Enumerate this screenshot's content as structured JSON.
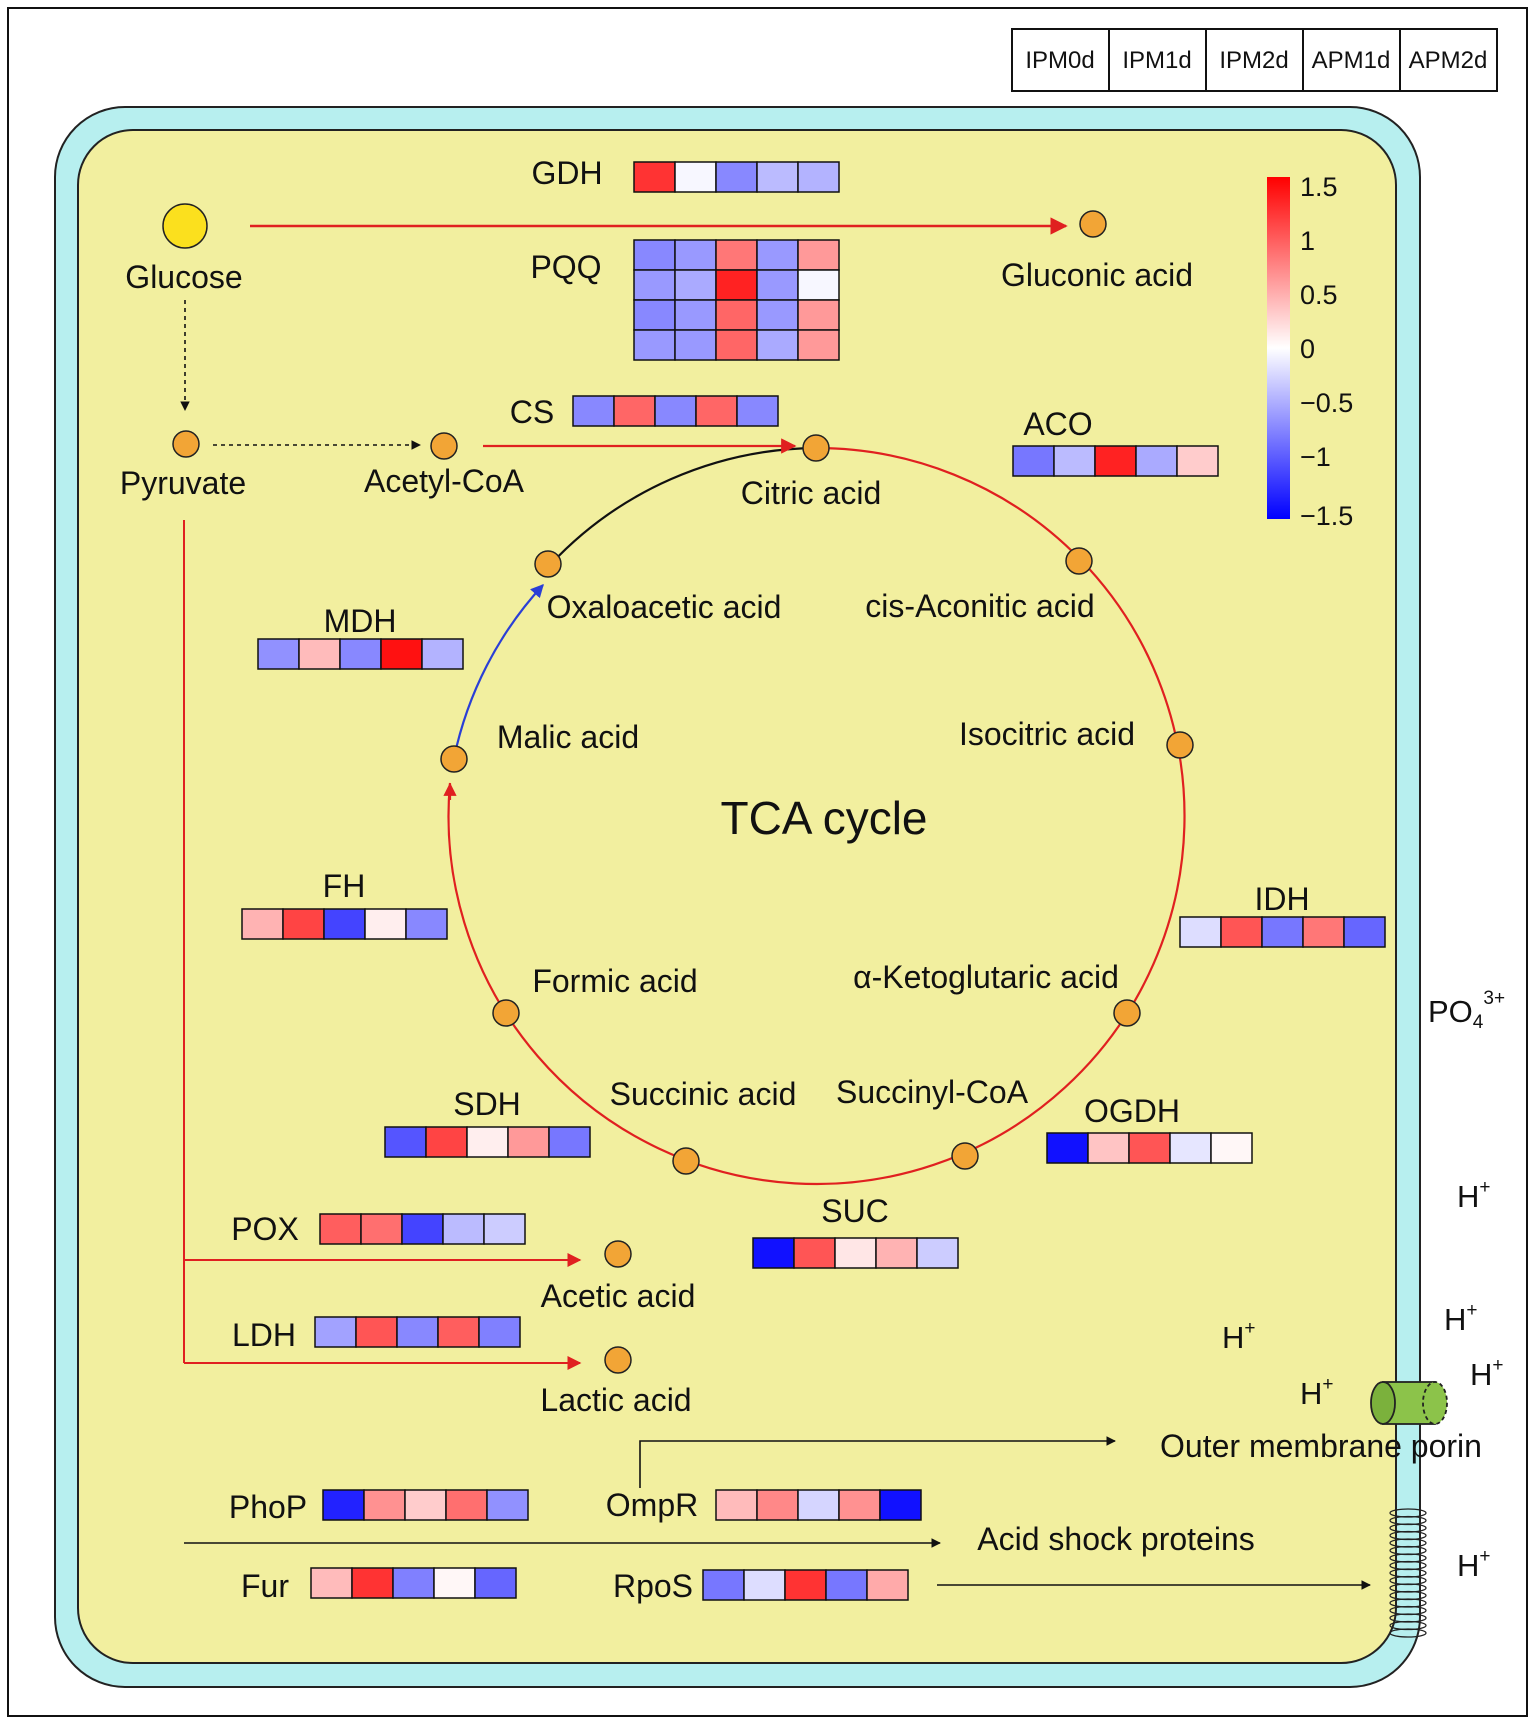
{
  "header_columns": [
    "IPM0d",
    "IPM1d",
    "IPM2d",
    "APM1d",
    "APM2d"
  ],
  "center_label": "TCA cycle",
  "colorbar": {
    "ticks": [
      "1.5",
      "1",
      "0.5",
      "0",
      "−0.5",
      "−1",
      "−1.5"
    ],
    "tick_values": [
      1.5,
      1,
      0.5,
      0,
      -0.5,
      -1,
      -1.5
    ],
    "range": [
      -1.5,
      1.5
    ],
    "colors": {
      "low": "#0000ff",
      "mid": "#ffffff",
      "high": "#ff0000"
    }
  },
  "metabolites": {
    "glucose": "Glucose",
    "gluconic_acid": "Gluconic acid",
    "pyruvate": "Pyruvate",
    "acetyl_coa": "Acetyl-CoA",
    "citric_acid": "Citric acid",
    "cis_aconitic_acid": "cis-Aconitic acid",
    "isocitric_acid": "Isocitric acid",
    "alpha_ketoglutaric_acid": "α-Ketoglutaric acid",
    "succinyl_coa": "Succinyl-CoA",
    "succinic_acid": "Succinic acid",
    "formic_acid": "Formic acid",
    "malic_acid": "Malic acid",
    "oxaloacetic_acid": "Oxaloacetic acid",
    "acetic_acid": "Acetic acid",
    "lactic_acid": "Lactic acid"
  },
  "outputs": {
    "outer_membrane_porin": "Outer membrane porin",
    "acid_shock_proteins": "Acid shock proteins"
  },
  "ions": {
    "h_base": "H",
    "h_sup": "+",
    "po4_base": "PO",
    "po4_sub": "4",
    "po4_sup": "3+"
  },
  "genes": {
    "GDH": {
      "label": "GDH",
      "rows": [
        [
          1.2,
          -0.05,
          -0.7,
          -0.4,
          -0.45
        ]
      ]
    },
    "PQQ": {
      "label": "PQQ",
      "rows": [
        [
          -0.7,
          -0.6,
          0.8,
          -0.6,
          0.6
        ],
        [
          -0.6,
          -0.5,
          1.3,
          -0.6,
          -0.05
        ],
        [
          -0.7,
          -0.6,
          0.9,
          -0.6,
          0.6
        ],
        [
          -0.6,
          -0.6,
          0.9,
          -0.5,
          0.6
        ]
      ]
    },
    "CS": {
      "label": "CS",
      "rows": [
        [
          -0.7,
          0.9,
          -0.7,
          0.9,
          -0.7
        ]
      ]
    },
    "ACO": {
      "label": "ACO",
      "rows": [
        [
          -0.8,
          -0.4,
          1.3,
          -0.5,
          0.3
        ]
      ]
    },
    "MDH": {
      "label": "MDH",
      "rows": [
        [
          -0.65,
          0.4,
          -0.7,
          1.4,
          -0.45
        ]
      ]
    },
    "FH": {
      "label": "FH",
      "rows": [
        [
          0.45,
          1.1,
          -1.1,
          0.1,
          -0.7
        ]
      ]
    },
    "IDH": {
      "label": "IDH",
      "rows": [
        [
          -0.2,
          1.0,
          -0.8,
          0.8,
          -0.9
        ]
      ]
    },
    "SDH": {
      "label": "SDH",
      "rows": [
        [
          -1.0,
          1.1,
          0.1,
          0.6,
          -0.8
        ]
      ]
    },
    "OGDH": {
      "label": "OGDH",
      "rows": [
        [
          -1.4,
          0.35,
          1.0,
          -0.15,
          0.05
        ]
      ]
    },
    "POX": {
      "label": "POX",
      "rows": [
        [
          0.95,
          0.85,
          -1.1,
          -0.4,
          -0.3
        ]
      ]
    },
    "SUC": {
      "label": "SUC",
      "rows": [
        [
          -1.4,
          1.0,
          0.15,
          0.45,
          -0.3
        ]
      ]
    },
    "LDH": {
      "label": "LDH",
      "rows": [
        [
          -0.55,
          1.0,
          -0.7,
          0.95,
          -0.75
        ]
      ]
    },
    "PhoP": {
      "label": "PhoP",
      "rows": [
        [
          -1.3,
          0.65,
          0.3,
          0.85,
          -0.65
        ]
      ]
    },
    "OmpR": {
      "label": "OmpR",
      "rows": [
        [
          0.4,
          0.7,
          -0.25,
          0.65,
          -1.4
        ]
      ]
    },
    "Fur": {
      "label": "Fur",
      "rows": [
        [
          0.4,
          1.2,
          -0.75,
          0.05,
          -0.9
        ]
      ]
    },
    "RpoS": {
      "label": "RpoS",
      "rows": [
        [
          -0.8,
          -0.2,
          1.2,
          -0.8,
          0.5
        ]
      ]
    }
  }
}
